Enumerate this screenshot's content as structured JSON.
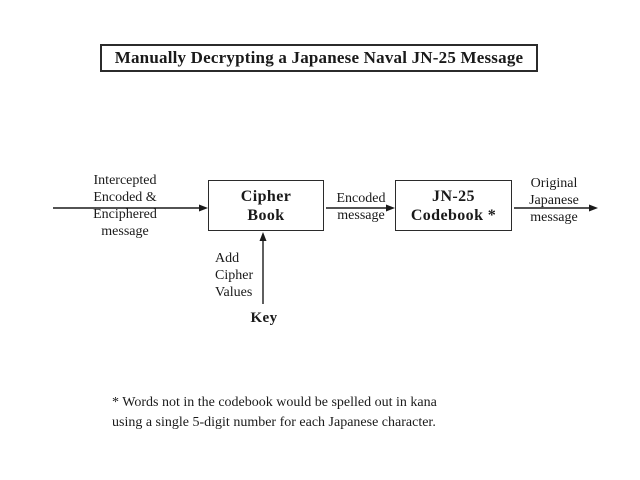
{
  "colors": {
    "ink": "#1a1a1a",
    "paper": "#ffffff",
    "border": "#2b2b2b"
  },
  "icons": {
    "flow-arrow-right-icon": "→",
    "key-arrow-up-icon": "↑"
  },
  "title": "Manually Decrypting a Japanese Naval JN-25 Message",
  "diagram": {
    "input_label": [
      "Intercepted",
      "Encoded &",
      "Enciphered",
      "message"
    ],
    "cipher_box": [
      "Cipher",
      "Book"
    ],
    "encoded_arrow_label": [
      "Encoded",
      "message"
    ],
    "codebook_box": [
      "JN-25",
      "Codebook *"
    ],
    "output_label": [
      "Original",
      "Japanese",
      "message"
    ],
    "key_annotation": [
      "Add",
      "Cipher",
      "Values"
    ],
    "key_label": "Key"
  },
  "footnote": [
    "* Words not in the codebook would be spelled out in kana",
    "using a single 5-digit number for each Japanese character."
  ]
}
